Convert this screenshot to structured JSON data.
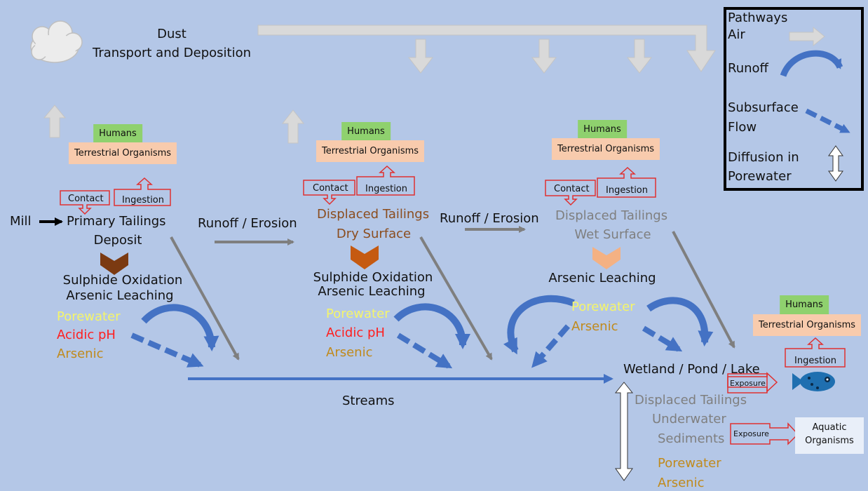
{
  "dust": {
    "line1": "Dust",
    "line2": "Transport and Deposition"
  },
  "legend": {
    "title": "Pathways",
    "air": "Air",
    "runoff": "Runoff",
    "subsurface_1": "Subsurface",
    "subsurface_2": "Flow",
    "diffusion_1": "Diffusion in",
    "diffusion_2": "Porewater"
  },
  "receptors": {
    "humans": "Humans",
    "terrestrial": "Terrestrial Organisms"
  },
  "exposure_routes": {
    "contact": "Contact",
    "ingestion": "Ingestion",
    "exposure": "Exposure"
  },
  "mill": "Mill",
  "primary": {
    "line1": "Primary Tailings",
    "line2": "Deposit",
    "process1": "Sulphide Oxidation",
    "process2": "Arsenic Leaching",
    "porewater": "Porewater",
    "ph": "Acidic pH",
    "arsenic": "Arsenic"
  },
  "runoff_erosion": "Runoff / Erosion",
  "dry": {
    "line1": "Displaced Tailings",
    "line2": "Dry Surface",
    "process1": "Sulphide Oxidation",
    "process2": "Arsenic Leaching",
    "porewater": "Porewater",
    "ph": "Acidic pH",
    "arsenic": "Arsenic"
  },
  "wet": {
    "line1": "Displaced Tailings",
    "line2": "Wet Surface",
    "process": "Arsenic Leaching",
    "porewater": "Porewater",
    "arsenic": "Arsenic"
  },
  "wetland": "Wetland / Pond / Lake",
  "streams": "Streams",
  "underwater": {
    "line1": "Displaced Tailings",
    "line2": "Underwater",
    "line3": "Sediments",
    "porewater": "Porewater",
    "arsenic": "Arsenic"
  },
  "aquatic": {
    "line1": "Aquatic",
    "line2": "Organisms"
  },
  "colors": {
    "background": "#b4c7e7",
    "air_arrow": "#d9d9d9",
    "runoff_arrow": "#4472c4",
    "erosion_arrow": "#7f7f7f",
    "humans_box": "#8fd16e",
    "terrestrial_box": "#f8cbad",
    "exposure_outline": "#e03030"
  },
  "icons": [
    "dust-cloud-icon",
    "fish-icon",
    "chevron-down-icon"
  ]
}
